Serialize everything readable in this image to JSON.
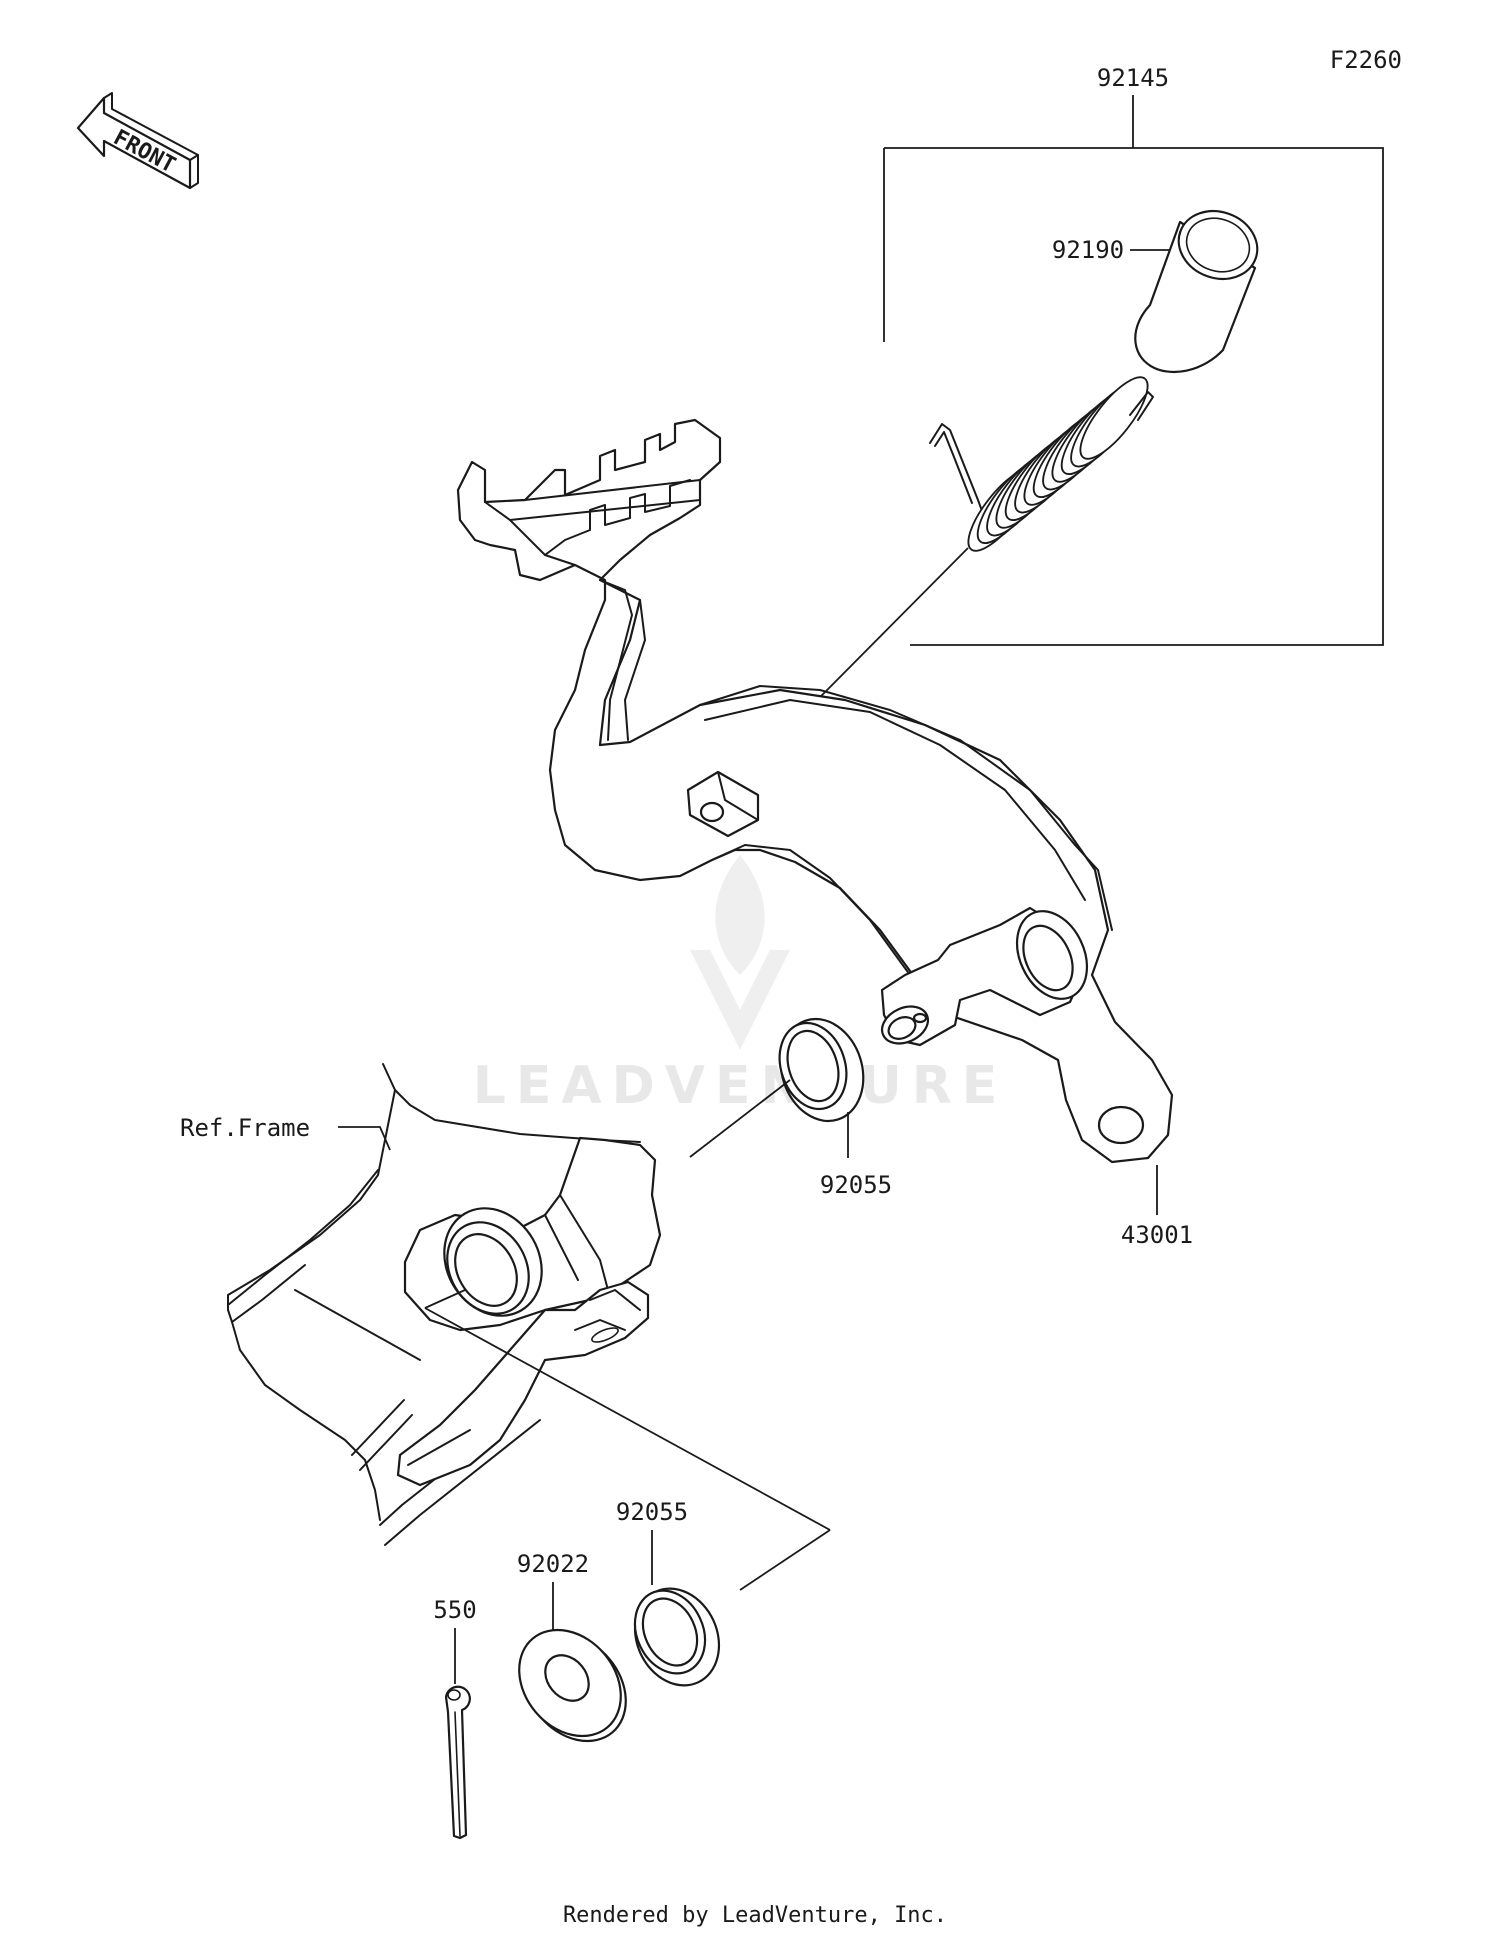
{
  "diagram_code": "F2260",
  "front_arrow_label": "FRONT",
  "frame_label": "Ref.Frame",
  "watermark_text": "LEADVENTURE",
  "footer_text": "Rendered by LeadVenture, Inc.",
  "parts": [
    {
      "number": "92145",
      "description_icon": "spring-kit-box"
    },
    {
      "number": "92190",
      "description_icon": "collar-sleeve"
    },
    {
      "number": "43001",
      "description_icon": "brake-pedal"
    },
    {
      "number": "92055",
      "description_icon": "oil-seal-right"
    },
    {
      "number": "92055",
      "description_icon": "oil-seal-lower"
    },
    {
      "number": "92022",
      "description_icon": "washer"
    },
    {
      "number": "550",
      "description_icon": "cotter-pin"
    }
  ],
  "colors": {
    "line": "#1a1a1a",
    "background": "#ffffff",
    "watermark": "#e8e8e8"
  }
}
